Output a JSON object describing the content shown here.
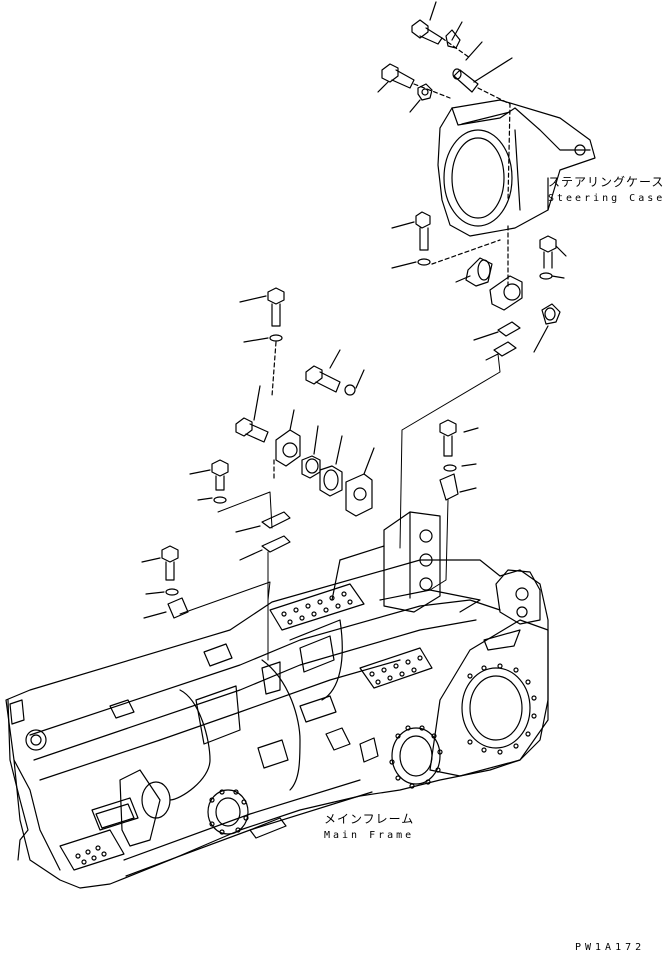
{
  "labels": {
    "steering_case_jp": "ステアリングケース",
    "steering_case_en": "Steering Case",
    "main_frame_jp": "メインフレーム",
    "main_frame_en": "Main Frame",
    "figure_code": "PW1A172"
  },
  "colors": {
    "line": "#000000",
    "background": "#ffffff"
  }
}
